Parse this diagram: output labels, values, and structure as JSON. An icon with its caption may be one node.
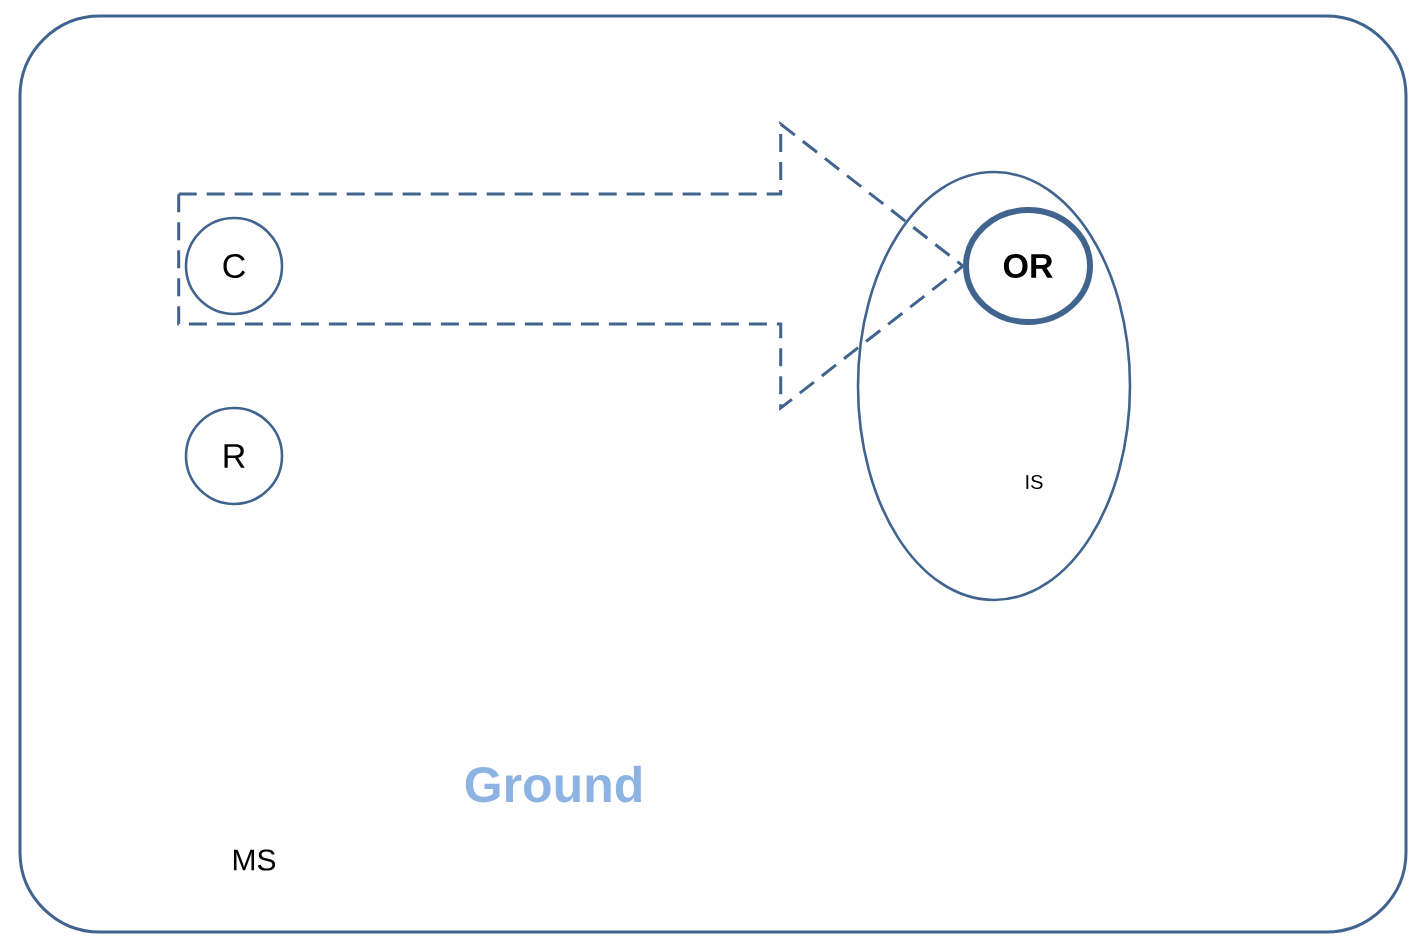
{
  "diagram": {
    "nodes": [
      {
        "text": [
          "MS"
        ]
      },
      {
        "text": [
          "C"
        ],
        "in": 0
      },
      {
        "text": [
          "R"
        ],
        "in": 0
      },
      {
        "text": [
          "IS"
        ],
        "in": 0
      },
      {
        "text": [
          "OR"
        ],
        "in": 3
      }
    ],
    "edges": [
      {
        "from": 1,
        "to": 4,
        "arrow": "to",
        "style": "dashed"
      }
    ],
    "labels": [
      "Ground"
    ]
  }
}
